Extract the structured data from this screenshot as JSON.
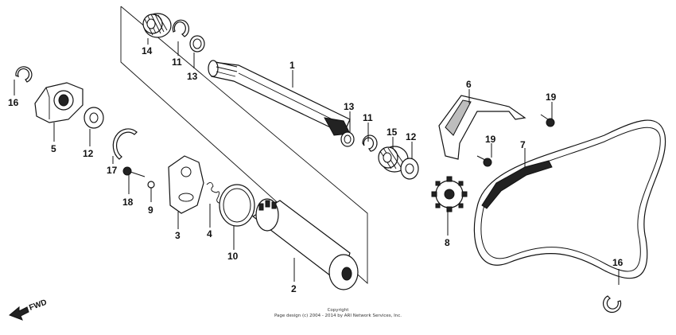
{
  "callouts": {
    "c1": "1",
    "c2": "2",
    "c3": "3",
    "c4": "4",
    "c5": "5",
    "c6": "6",
    "c7": "7",
    "c8": "8",
    "c9": "9",
    "c10": "10",
    "c11a": "11",
    "c11b": "11",
    "c12a": "12",
    "c12b": "12",
    "c13a": "13",
    "c13b": "13",
    "c14": "14",
    "c15": "15",
    "c16a": "16",
    "c16b": "16",
    "c17": "17",
    "c18": "18",
    "c19a": "19",
    "c19b": "19"
  },
  "fwd_label": "FWD",
  "copyright_line1": "Copyright",
  "copyright_line2": "Page design (c) 2004 - 2014 by ARI Network Services, Inc."
}
